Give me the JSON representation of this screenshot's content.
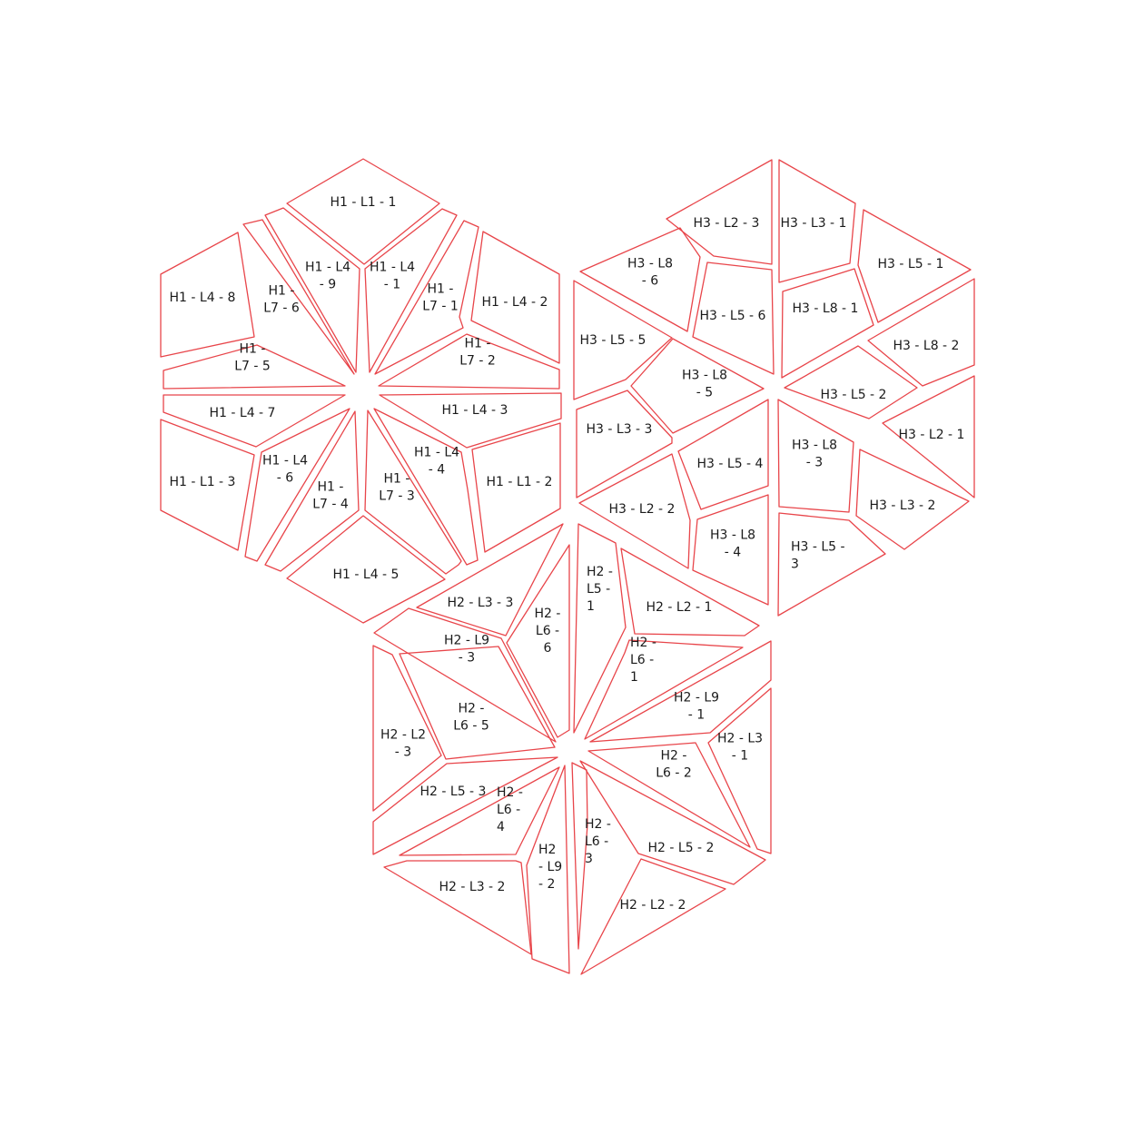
{
  "diagram": {
    "stroke_color": "#e8454a",
    "text_color": "#1a1a1a",
    "background": "#ffffff",
    "hexagons": [
      {
        "id": "H1",
        "pieces": [
          {
            "label": "H1 - L1 - 1",
            "lines": [
              "H1 - L1 - 1"
            ]
          },
          {
            "label": "H1 - L4 - 9",
            "lines": [
              "H1 - L4",
              "- 9"
            ]
          },
          {
            "label": "H1 - L4 - 1",
            "lines": [
              "H1 - L4",
              "- 1"
            ]
          },
          {
            "label": "H1 - L7 - 6",
            "lines": [
              "H1 -",
              "L7 - 6"
            ]
          },
          {
            "label": "H1 - L7 - 1",
            "lines": [
              "H1 -",
              "L7 - 1"
            ]
          },
          {
            "label": "H1 - L4 - 8",
            "lines": [
              "H1 - L4 - 8"
            ]
          },
          {
            "label": "H1 - L4 - 2",
            "lines": [
              "H1 - L4 - 2"
            ]
          },
          {
            "label": "H1 - L7 - 5",
            "lines": [
              "H1 -",
              "L7 - 5"
            ]
          },
          {
            "label": "H1 - L7 - 2",
            "lines": [
              "H1 -",
              "L7 - 2"
            ]
          },
          {
            "label": "H1 - L4 - 7",
            "lines": [
              "H1 - L4 - 7"
            ]
          },
          {
            "label": "H1 - L4 - 3",
            "lines": [
              "H1 - L4 - 3"
            ]
          },
          {
            "label": "H1 - L1 - 3",
            "lines": [
              "H1 - L1 - 3"
            ]
          },
          {
            "label": "H1 - L1 - 2",
            "lines": [
              "H1 - L1 - 2"
            ]
          },
          {
            "label": "H1 - L4 - 6",
            "lines": [
              "H1 - L4",
              "- 6"
            ]
          },
          {
            "label": "H1 - L4 - 4",
            "lines": [
              "H1 - L4",
              "- 4"
            ]
          },
          {
            "label": "H1 - L7 - 4",
            "lines": [
              "H1 -",
              "L7 - 4"
            ]
          },
          {
            "label": "H1 - L7 - 3",
            "lines": [
              "H1 -",
              "L7 - 3"
            ]
          },
          {
            "label": "H1 - L4 - 5",
            "lines": [
              "H1 - L4 - 5"
            ]
          }
        ]
      },
      {
        "id": "H3",
        "pieces": [
          {
            "label": "H3 - L2 - 3",
            "lines": [
              "H3 - L2 - 3"
            ]
          },
          {
            "label": "H3 - L3 - 1",
            "lines": [
              "H3 - L3 - 1"
            ]
          },
          {
            "label": "H3 - L5 - 1",
            "lines": [
              "H3 - L5 - 1"
            ]
          },
          {
            "label": "H3 - L8 - 6",
            "lines": [
              "H3 - L8",
              "- 6"
            ]
          },
          {
            "label": "H3 - L5 - 6",
            "lines": [
              "H3 - L5 - 6"
            ]
          },
          {
            "label": "H3 - L8 - 1",
            "lines": [
              "H3 - L8 - 1"
            ]
          },
          {
            "label": "H3 - L5 - 5",
            "lines": [
              "H3 - L5 - 5"
            ]
          },
          {
            "label": "H3 - L8 - 2",
            "lines": [
              "H3 - L8 - 2"
            ]
          },
          {
            "label": "H3 - L8 - 5",
            "lines": [
              "H3 - L8",
              "- 5"
            ]
          },
          {
            "label": "H3 - L5 - 2",
            "lines": [
              "H3 - L5 - 2"
            ]
          },
          {
            "label": "H3 - L3 - 3",
            "lines": [
              "H3 - L3 - 3"
            ]
          },
          {
            "label": "H3 - L2 - 1",
            "lines": [
              "H3 - L2 - 1"
            ]
          },
          {
            "label": "H3 - L5 - 4",
            "lines": [
              "H3 - L5 - 4"
            ]
          },
          {
            "label": "H3 - L8 - 3",
            "lines": [
              "H3 - L8",
              "- 3"
            ]
          },
          {
            "label": "H3 - L2 - 2",
            "lines": [
              "H3 - L2 - 2"
            ]
          },
          {
            "label": "H3 - L3 - 2",
            "lines": [
              "H3 - L3 - 2"
            ]
          },
          {
            "label": "H3 - L8 - 4",
            "lines": [
              "H3 - L8",
              "- 4"
            ]
          },
          {
            "label": "H3 - L5 - 3",
            "lines": [
              "H3 - L5 -",
              "3"
            ]
          }
        ]
      },
      {
        "id": "H2",
        "pieces": [
          {
            "label": "H2 - L3 - 3",
            "lines": [
              "H2 - L3 - 3"
            ]
          },
          {
            "label": "H2 - L5 - 1",
            "lines": [
              "H2 -",
              "L5 -",
              "1"
            ]
          },
          {
            "label": "H2 - L2 - 1",
            "lines": [
              "H2 - L2 - 1"
            ]
          },
          {
            "label": "H2 - L6 - 6",
            "lines": [
              "H2 -",
              "L6 -",
              "6"
            ]
          },
          {
            "label": "H2 - L9 - 3",
            "lines": [
              "H2 - L9",
              "- 3"
            ]
          },
          {
            "label": "H2 - L6 - 1",
            "lines": [
              "H2 -",
              "L6 -",
              "1"
            ]
          },
          {
            "label": "H2 - L9 - 1",
            "lines": [
              "H2 - L9",
              "- 1"
            ]
          },
          {
            "label": "H2 - L6 - 5",
            "lines": [
              "H2 -",
              "L6 - 5"
            ]
          },
          {
            "label": "H2 - L2 - 3",
            "lines": [
              "H2 - L2",
              "- 3"
            ]
          },
          {
            "label": "H2 - L3 - 1",
            "lines": [
              "H2 - L3",
              "- 1"
            ]
          },
          {
            "label": "H2 - L6 - 2",
            "lines": [
              "H2 -",
              "L6 - 2"
            ]
          },
          {
            "label": "H2 - L5 - 3",
            "lines": [
              "H2 - L5 - 3"
            ]
          },
          {
            "label": "H2 - L6 - 4",
            "lines": [
              "H2 -",
              "L6 -",
              "4"
            ]
          },
          {
            "label": "H2 - L6 - 3",
            "lines": [
              "H2 -",
              "L6 -",
              "3"
            ]
          },
          {
            "label": "H2 - L5 - 2",
            "lines": [
              "H2 - L5 - 2"
            ]
          },
          {
            "label": "H2 - L9 - 2",
            "lines": [
              "H2",
              "- L9",
              "- 2"
            ]
          },
          {
            "label": "H2 - L3 - 2",
            "lines": [
              "H2 - L3 - 2"
            ]
          },
          {
            "label": "H2 - L2 - 2",
            "lines": [
              "H2 - L2 - 2"
            ]
          }
        ]
      }
    ]
  }
}
